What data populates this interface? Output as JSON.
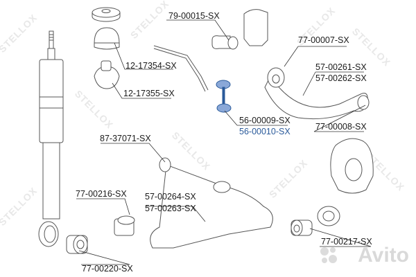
{
  "watermark": {
    "brand": "STELLOX",
    "marketplace": "Avito"
  },
  "parts": [
    {
      "id": "p1",
      "label": "79-00015-SX",
      "color": "#1a1a1a"
    },
    {
      "id": "p2",
      "label": "12-17354-SX",
      "color": "#1a1a1a"
    },
    {
      "id": "p3",
      "label": "12-17355-SX",
      "color": "#1a1a1a"
    },
    {
      "id": "p4",
      "label": "77-00007-SX",
      "color": "#1a1a1a"
    },
    {
      "id": "p5",
      "label": "57-00261-SX",
      "color": "#1a1a1a"
    },
    {
      "id": "p6",
      "label": "57-00262-SX",
      "color": "#1a1a1a"
    },
    {
      "id": "p7",
      "label": "56-00009-SX",
      "color": "#1a1a1a"
    },
    {
      "id": "p8",
      "label": "56-00010-SX",
      "color": "#2a5a9a"
    },
    {
      "id": "p9",
      "label": "77-00008-SX",
      "color": "#1a1a1a"
    },
    {
      "id": "p10",
      "label": "87-37071-SX",
      "color": "#1a1a1a"
    },
    {
      "id": "p11",
      "label": "77-00216-SX",
      "color": "#1a1a1a"
    },
    {
      "id": "p12",
      "label": "57-00264-SX",
      "color": "#1a1a1a"
    },
    {
      "id": "p13",
      "label": "57-00263-SX",
      "color": "#1a1a1a"
    },
    {
      "id": "p14",
      "label": "77-00217-SX",
      "color": "#1a1a1a"
    },
    {
      "id": "p15",
      "label": "77-00220-SX",
      "color": "#1a1a1a"
    }
  ]
}
